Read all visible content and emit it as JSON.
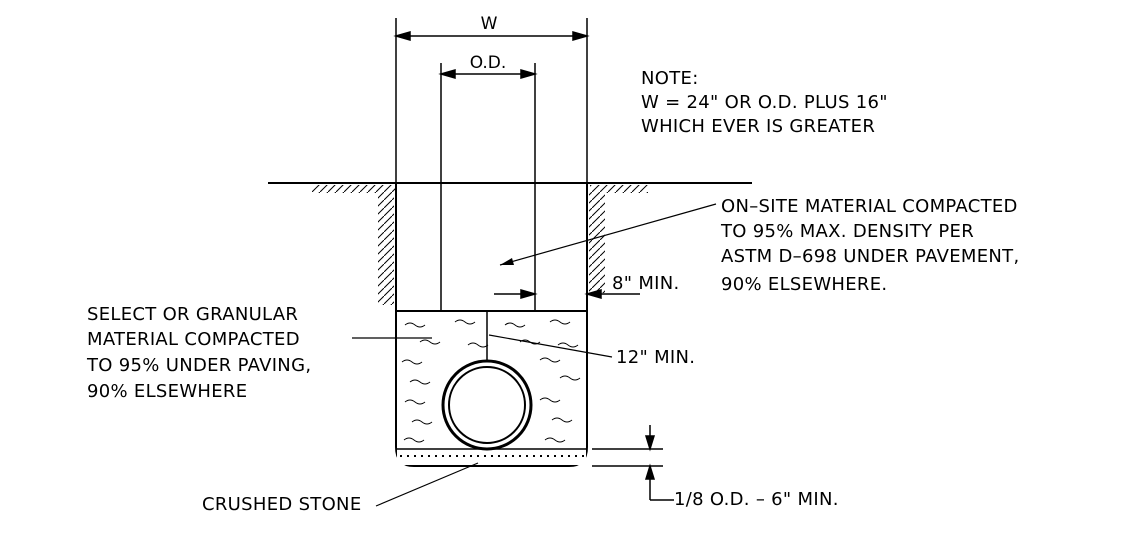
{
  "dimensions": {
    "width_label": "W",
    "od_label": "O.D.",
    "side_clearance": "8\" MIN.",
    "cover_over_pipe": "12\" MIN.",
    "bedding_depth": "1/8 O.D. – 6\" MIN."
  },
  "note": {
    "title": "NOTE:",
    "line1": "W = 24\" OR O.D. PLUS 16\"",
    "line2": "WHICH EVER IS GREATER"
  },
  "backfill_label": {
    "line1": "ON–SITE MATERIAL COMPACTED",
    "line2": "TO 95% MAX. DENSITY PER",
    "line3": "ASTM D–698 UNDER PAVEMENT,",
    "line4": "90% ELSEWHERE."
  },
  "embedment_label": {
    "line1": "SELECT OR GRANULAR",
    "line2": "MATERIAL COMPACTED",
    "line3": "TO 95% UNDER PAVING,",
    "line4": "90% ELSEWHERE"
  },
  "bedding_label": "CRUSHED STONE"
}
